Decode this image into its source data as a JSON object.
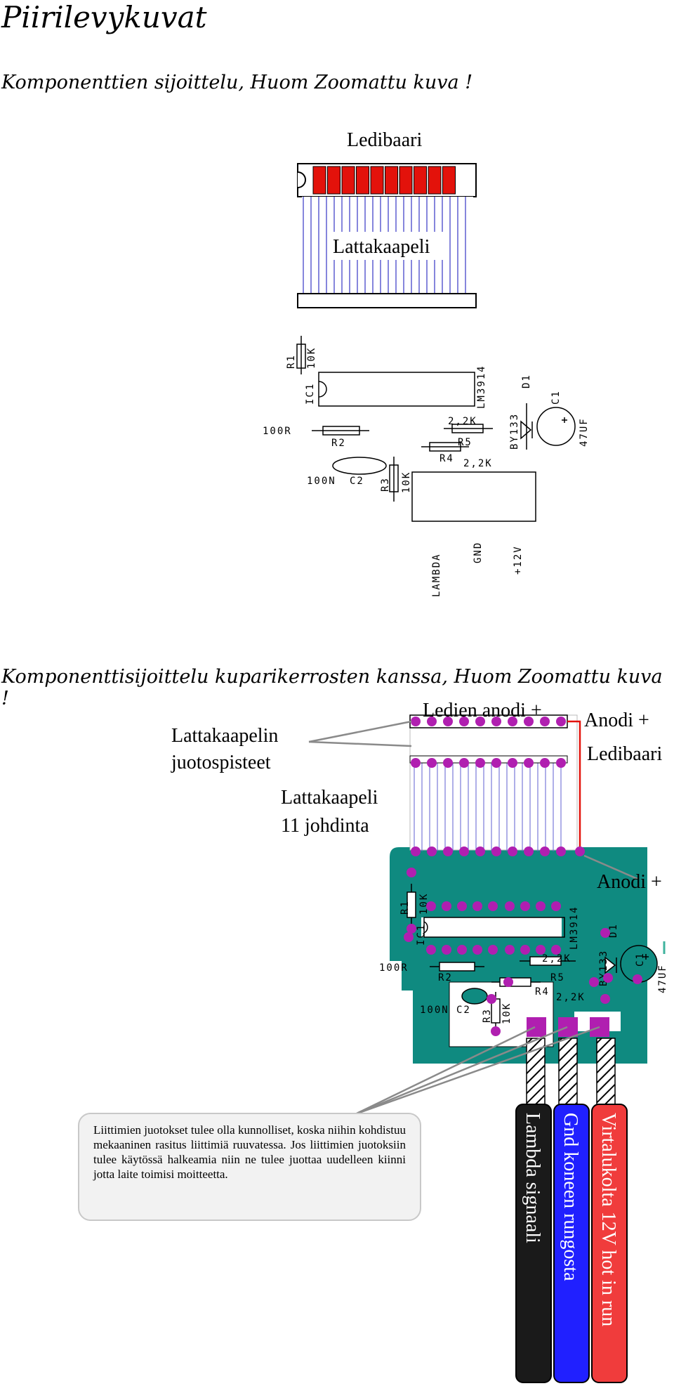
{
  "page": {
    "title": "Piirilevykuvat",
    "subtitle1": "Komponenttien sijoittelu, Huom Zoomattu kuva !",
    "subtitle2": "Komponenttisijoittelu kuparikerrosten kanssa, Huom Zoomattu kuva !"
  },
  "top": {
    "ledibaari": "Ledibaari",
    "lattakaapeli": "Lattakaapeli",
    "r1": "R1",
    "r1_val": "10K",
    "ic1": "IC1",
    "lm": "LM3914",
    "d1": "D1",
    "c1": "C1",
    "c1_val": "47UF",
    "by": "BY133",
    "r5_val": "2,2K",
    "r5": "R5",
    "r4": "R4",
    "r4_val": "2,2K",
    "r2_val": "100R",
    "r2": "R2",
    "c2_val": "100N",
    "c2": "C2",
    "r3": "R3",
    "r3_val": "10K",
    "lambda": "LAMBDA",
    "gnd": "GND",
    "plus12": "+12V"
  },
  "bottom": {
    "ledien_anodi": "Ledien anodi +",
    "anodi1": "Anodi +",
    "ledibaari": "Ledibaari",
    "juotos1": "Lattakaapelin",
    "juotos2": "juotospisteet",
    "kaapeli1": "Lattakaapeli",
    "kaapeli2": "11 johdinta",
    "anodi2": "Anodi +",
    "r1": "R1",
    "r1_val": "10K",
    "ic1": "IC1",
    "lm": "LM3914",
    "d1": "D1",
    "c1": "C1",
    "c1_val": "47UF",
    "by": "BY133",
    "r5_val": "2,2K",
    "r5": "R5",
    "r4": "R4",
    "r4_val": "2,2K",
    "r2_val": "100R",
    "r2": "R2",
    "c2_val": "100N",
    "c2": "C2",
    "r3": "R3",
    "r3_val": "10K"
  },
  "note": "Liittimien juotokset tulee olla kunnolliset, koska niihin kohdistuu mekaaninen rasitus liittimiä ruuvatessa. Jos liittimien juotoksiin tulee käytössä halkeamia niin ne tulee juottaa uudelleen kiinni jotta laite toimisi moitteetta.",
  "cables": {
    "lambda": "Lambda signaali",
    "gnd": "Gnd koneen rungosta",
    "power": "Virtalukolta 12V hot in run"
  },
  "colors": {
    "led_red": "#e3120b",
    "ribbon_blue": "#5f5fd0",
    "pcb_teal": "#0f8a80",
    "copper_pad": "#b01fb0",
    "cable_black": "#1a1a1a",
    "cable_blue": "#2020ff",
    "cable_red": "#f03c3c"
  }
}
